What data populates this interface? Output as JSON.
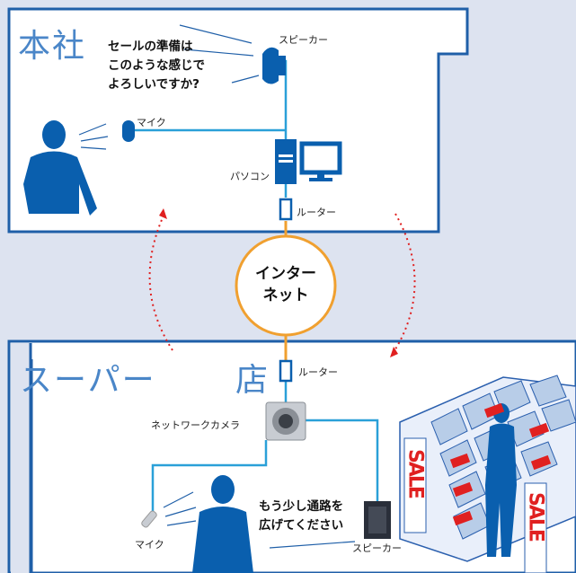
{
  "head_office": {
    "title": "本社",
    "speech": [
      "セールの準備は",
      "このような感じで",
      "よろしいですか?"
    ],
    "speaker_label": "スピーカー",
    "mic_label": "マイク",
    "pc_label": "パソコン",
    "router_label": "ルーター"
  },
  "internet": {
    "line1": "インター",
    "line2": "ネット"
  },
  "supermarket": {
    "title_left": "スーパー",
    "title_right": "店",
    "router_label": "ルーター",
    "camera_label": "ネットワークカメラ",
    "speech": [
      "もう少し通路を",
      "広げてください"
    ],
    "mic_label": "マイク",
    "speaker_label": "スピーカー",
    "sale_text": "SALE"
  },
  "colors": {
    "border": "#1f5fa8",
    "line": "#2aa0d8",
    "orange": "#f0a030",
    "red": "#e02020",
    "figure": "#0a5fae"
  }
}
